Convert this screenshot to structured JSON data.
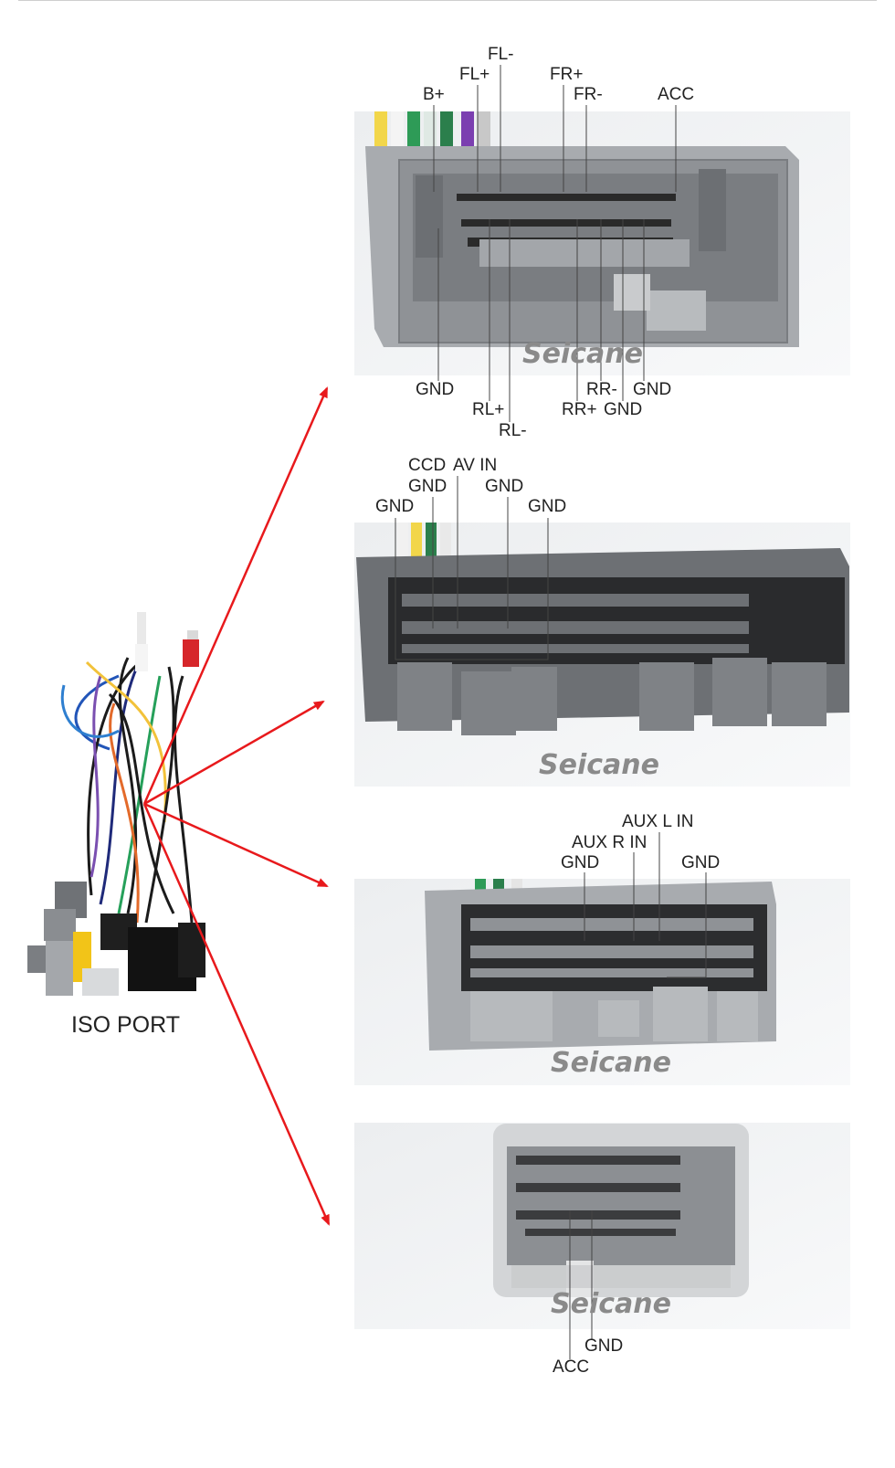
{
  "iso_port_label": "ISO PORT",
  "watermark": "Seicane",
  "accent_arrow_color": "#e8191c",
  "connectors": [
    {
      "top_labels": [
        "FL-",
        "FL+",
        "FR+",
        "B+",
        "FR-",
        "ACC"
      ],
      "bottom_labels": [
        "GND",
        "RL+",
        "RL-",
        "RR-",
        "GND",
        "RR+",
        "GND"
      ]
    },
    {
      "top_labels": [
        "CCD",
        "AV IN",
        "GND",
        "GND",
        "GND",
        "GND"
      ]
    },
    {
      "top_labels": [
        "AUX L IN",
        "AUX R IN",
        "GND",
        "GND"
      ]
    },
    {
      "bottom_labels": [
        "GND",
        "ACC"
      ]
    }
  ]
}
